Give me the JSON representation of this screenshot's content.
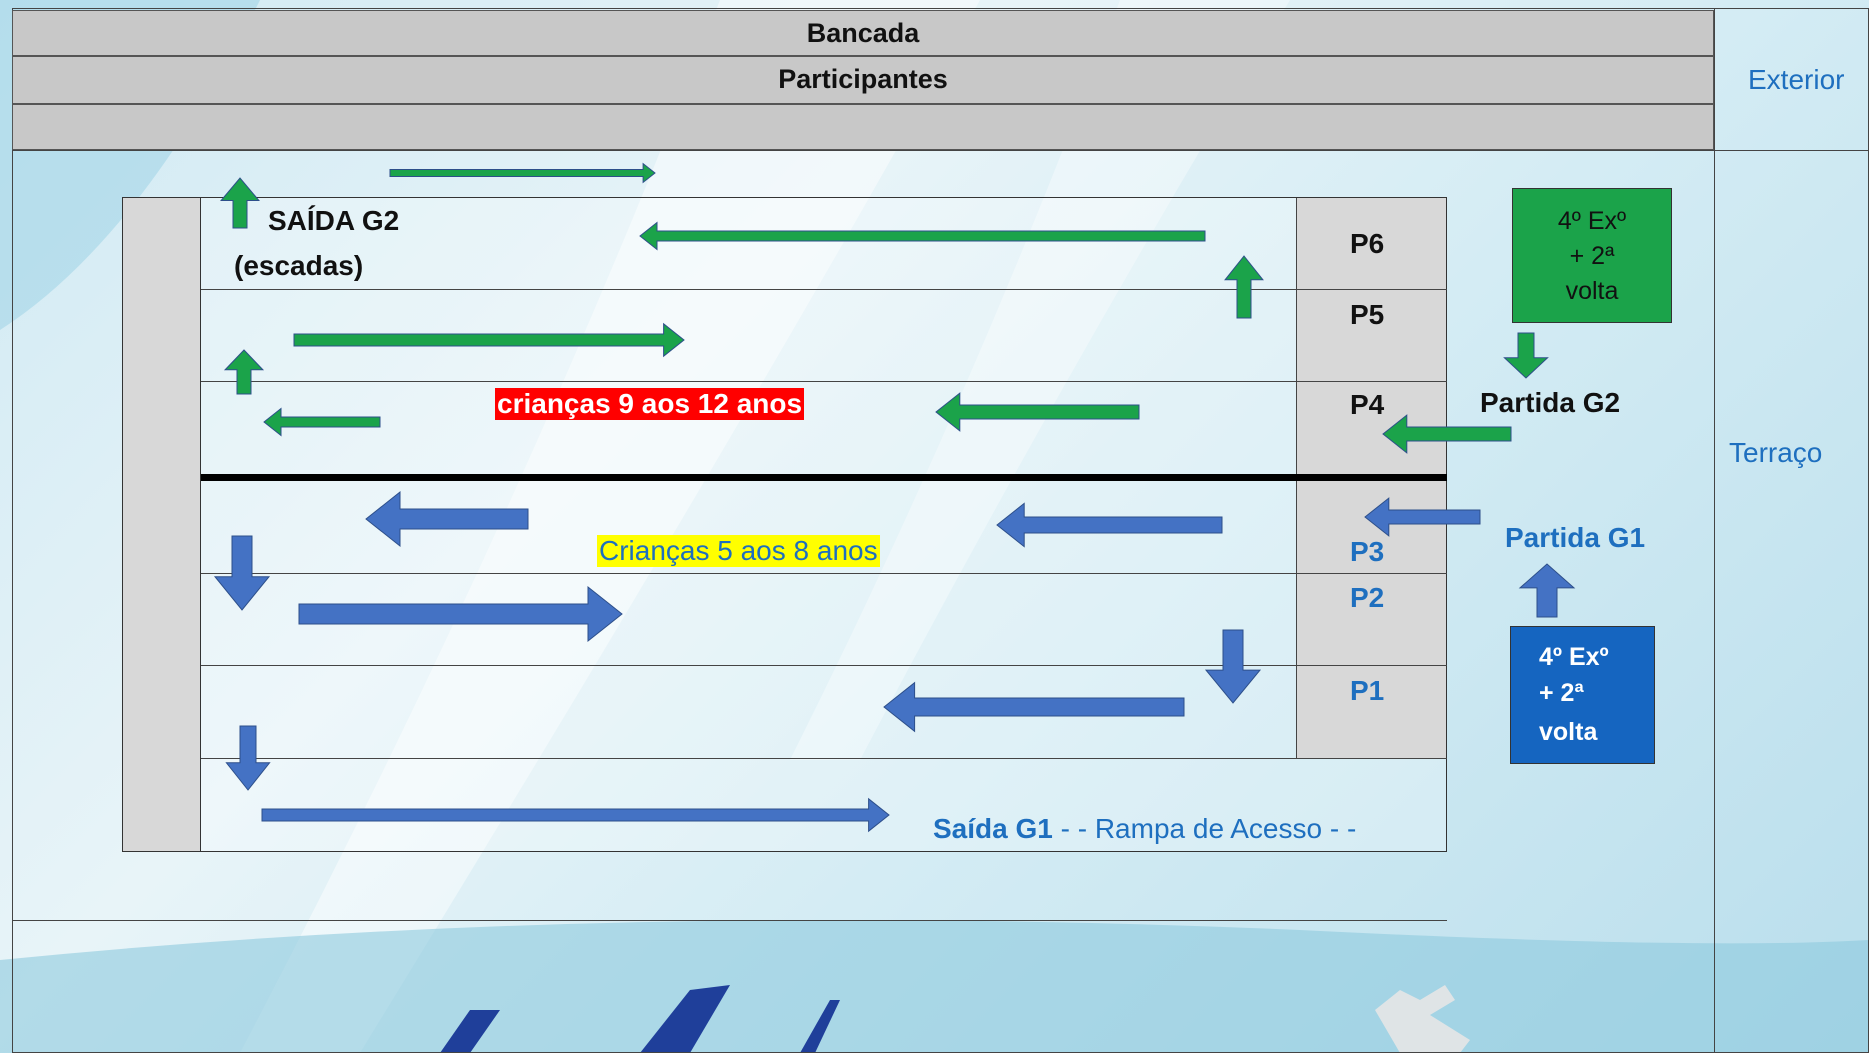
{
  "header": {
    "row1": "Bancada",
    "row2": "Participantes"
  },
  "side": {
    "exterior": "Exterior",
    "terraco": "Terraço"
  },
  "lanes": {
    "p6": "P6",
    "p5": "P5",
    "p4": "P4",
    "p3": "P3",
    "p2": "P2",
    "p1": "P1"
  },
  "group2": {
    "exit_line1": "SAÍDA G2",
    "exit_line2": "(escadas)",
    "age_label": "crianças 9 aos 12 anos",
    "start_label": "Partida G2",
    "box_lines": [
      "4º Exº",
      "+ 2ª",
      "volta"
    ],
    "color": "#1ba34a",
    "label_bg": "#ff0000"
  },
  "group1": {
    "age_label": "Crianças 5 aos 8 anos",
    "start_label": "Partida G1",
    "box_lines": [
      "4º Exº",
      "+ 2ª",
      "volta"
    ],
    "exit_bold": "Saída G1",
    "exit_rest": " - - Rampa de Acesso - -",
    "color": "#4472c4",
    "label_bg": "#ffff00"
  }
}
